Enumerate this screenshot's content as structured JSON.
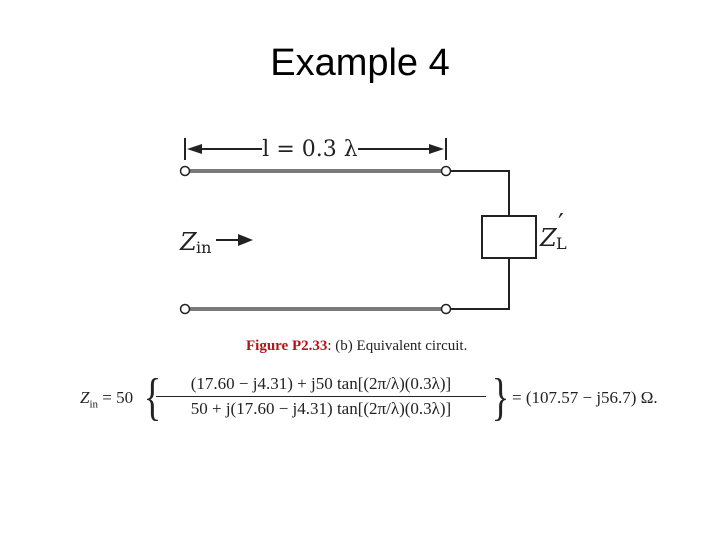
{
  "slide": {
    "title": "Example 4"
  },
  "diagram": {
    "length_label": "l = 0.3 λ",
    "zin_label_main": "Z",
    "zin_label_sub": "in",
    "zl_label_main": "Z",
    "zl_label_prime": "′",
    "zl_label_sub": "L"
  },
  "caption": {
    "label": "Figure P2.33",
    "text": ": (b) Equivalent circuit."
  },
  "equation": {
    "lhs_main": "Z",
    "lhs_sub": "in",
    "lhs_eq": " = 50",
    "numerator": "(17.60 − j4.31) + j50 tan[(2π/λ)(0.3λ)]",
    "denominator": "50 + j(17.60 − j4.31) tan[(2π/λ)(0.3λ)]",
    "rhs": "= (107.57 − j56.7) Ω."
  }
}
